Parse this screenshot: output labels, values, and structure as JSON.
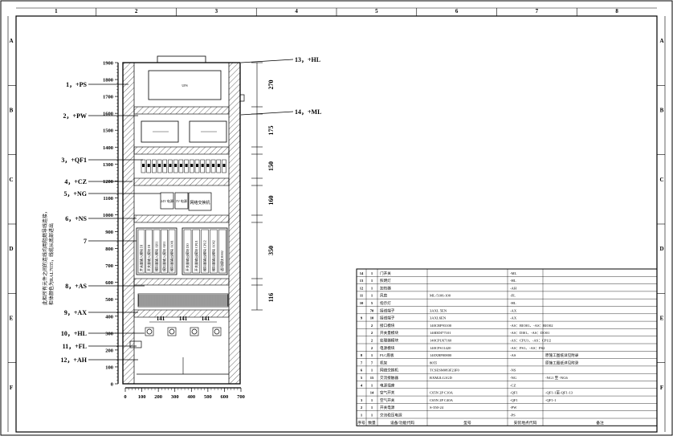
{
  "border": {
    "columns": [
      "1",
      "2",
      "3",
      "4",
      "5",
      "6",
      "7",
      "8"
    ],
    "rows": [
      "A",
      "B",
      "C",
      "D",
      "E",
      "F"
    ]
  },
  "cabinet": {
    "y_scale": [
      "1900",
      "1800",
      "1700",
      "1600",
      "1500",
      "1400",
      "1300",
      "1200",
      "1100",
      "1000",
      "900",
      "800",
      "700",
      "600",
      "500",
      "400",
      "300",
      "200",
      "100",
      "0"
    ],
    "x_scale": [
      "0",
      "100",
      "200",
      "300",
      "400",
      "500",
      "600",
      "700"
    ],
    "vertical_note_line1": "此柜所有元件之间的连线均用阻燃导线连接，",
    "vertical_note_line2": "柜体颜色为RAL7035，线缆从底部进出",
    "left_labels": [
      "1，+PS",
      "2，+PW",
      "3，+QF1",
      "4，+CZ",
      "5，+NG",
      "6，+NS",
      "7",
      "8，+AS",
      "9，+AX",
      "10，+HL",
      "11，+FL",
      "12，+AH"
    ],
    "right_labels": [
      "13，+HL",
      "14，+ML"
    ],
    "dimensions": [
      "270",
      "175",
      "150",
      "160",
      "350",
      "116"
    ],
    "bottom_dims": [
      "141",
      "141",
      "141"
    ],
    "module_text": "网络交换机",
    "modules_group1": [
      "开关量输入模块 DI",
      "开关量输入模块 DI",
      "模拟量输入模块 AI01",
      "模拟量输入模块 AI01",
      "模拟量输出模块 AO01"
    ],
    "modules_group2": [
      "开关量输出模块 DO",
      "开关量输出模块 CPU1",
      "模拟量输出模块 CPU2",
      "模拟量输出模块 AO02",
      "通讯模块 RS02"
    ],
    "ups_label": "UPS",
    "small_box1": "24V 电源",
    "small_box2": "5V 电源",
    "switch_label": "网络交换机"
  },
  "bom": {
    "headers": [
      "序号",
      "数量",
      "设备/功能代码",
      "型号",
      "安装地点代码",
      "备注"
    ],
    "rows": [
      [
        "14",
        "1",
        "门开关",
        "",
        "-ML",
        ""
      ],
      [
        "13",
        "1",
        "照明灯",
        "",
        "-HL",
        ""
      ],
      [
        "12",
        "1",
        "加热器",
        "",
        "-AH",
        ""
      ],
      [
        "11",
        "1",
        "风扇",
        "ML-5106-100",
        "-FL",
        ""
      ],
      [
        "10",
        "5",
        "指示灯",
        "",
        "-HL",
        ""
      ],
      [
        "",
        "70",
        "接线端子",
        "3AXL 5EN",
        "-AX",
        ""
      ],
      [
        "9",
        "10",
        "接线端子",
        "3AXL6EN",
        "-AX",
        ""
      ],
      [
        "",
        "2",
        "接口模块",
        "140CRP93100",
        "-AS：RIO01、-AS：RIO02",
        ""
      ],
      [
        "",
        "2",
        "开关量模块",
        "140DDI77101",
        "-AS：DI01、-AS：DO01",
        ""
      ],
      [
        "",
        "2",
        "处理器模块",
        "140CPU67160",
        "-AS：CPU1、-AS：CPU2",
        ""
      ],
      [
        "",
        "2",
        "电源模块",
        "140CPS11420",
        "-AS：PS1、-AS：PS2",
        ""
      ],
      [
        "8",
        "1",
        "PLC底板",
        "140XBP00800",
        "-AS",
        "原施工图纸详见附录"
      ],
      [
        "7",
        "7",
        "机架",
        "8055",
        "",
        "原施工图纸详见附录"
      ],
      [
        "6",
        "1",
        "网络交换机",
        "TCSESM083F23F0",
        "-NS",
        ""
      ],
      [
        "5",
        "15",
        "交流接触器",
        "RXM2LG1GD",
        "-NG",
        "-NG1 至 -NG6"
      ],
      [
        "4",
        "1",
        "电源插座",
        "",
        "-CZ",
        ""
      ],
      [
        "",
        "14",
        "空气开关",
        "C65N 2P C10A",
        "-QF1",
        "-QF1-1至-QF1-13"
      ],
      [
        "3",
        "1",
        "空气开关",
        "C65N 2P C40A",
        "-QF1",
        "-QF1-1"
      ],
      [
        "2",
        "1",
        "开关电源",
        "S-350-24",
        "-PW",
        ""
      ],
      [
        "1",
        "1",
        "交流稳压电源",
        "",
        "-PS",
        ""
      ]
    ]
  }
}
